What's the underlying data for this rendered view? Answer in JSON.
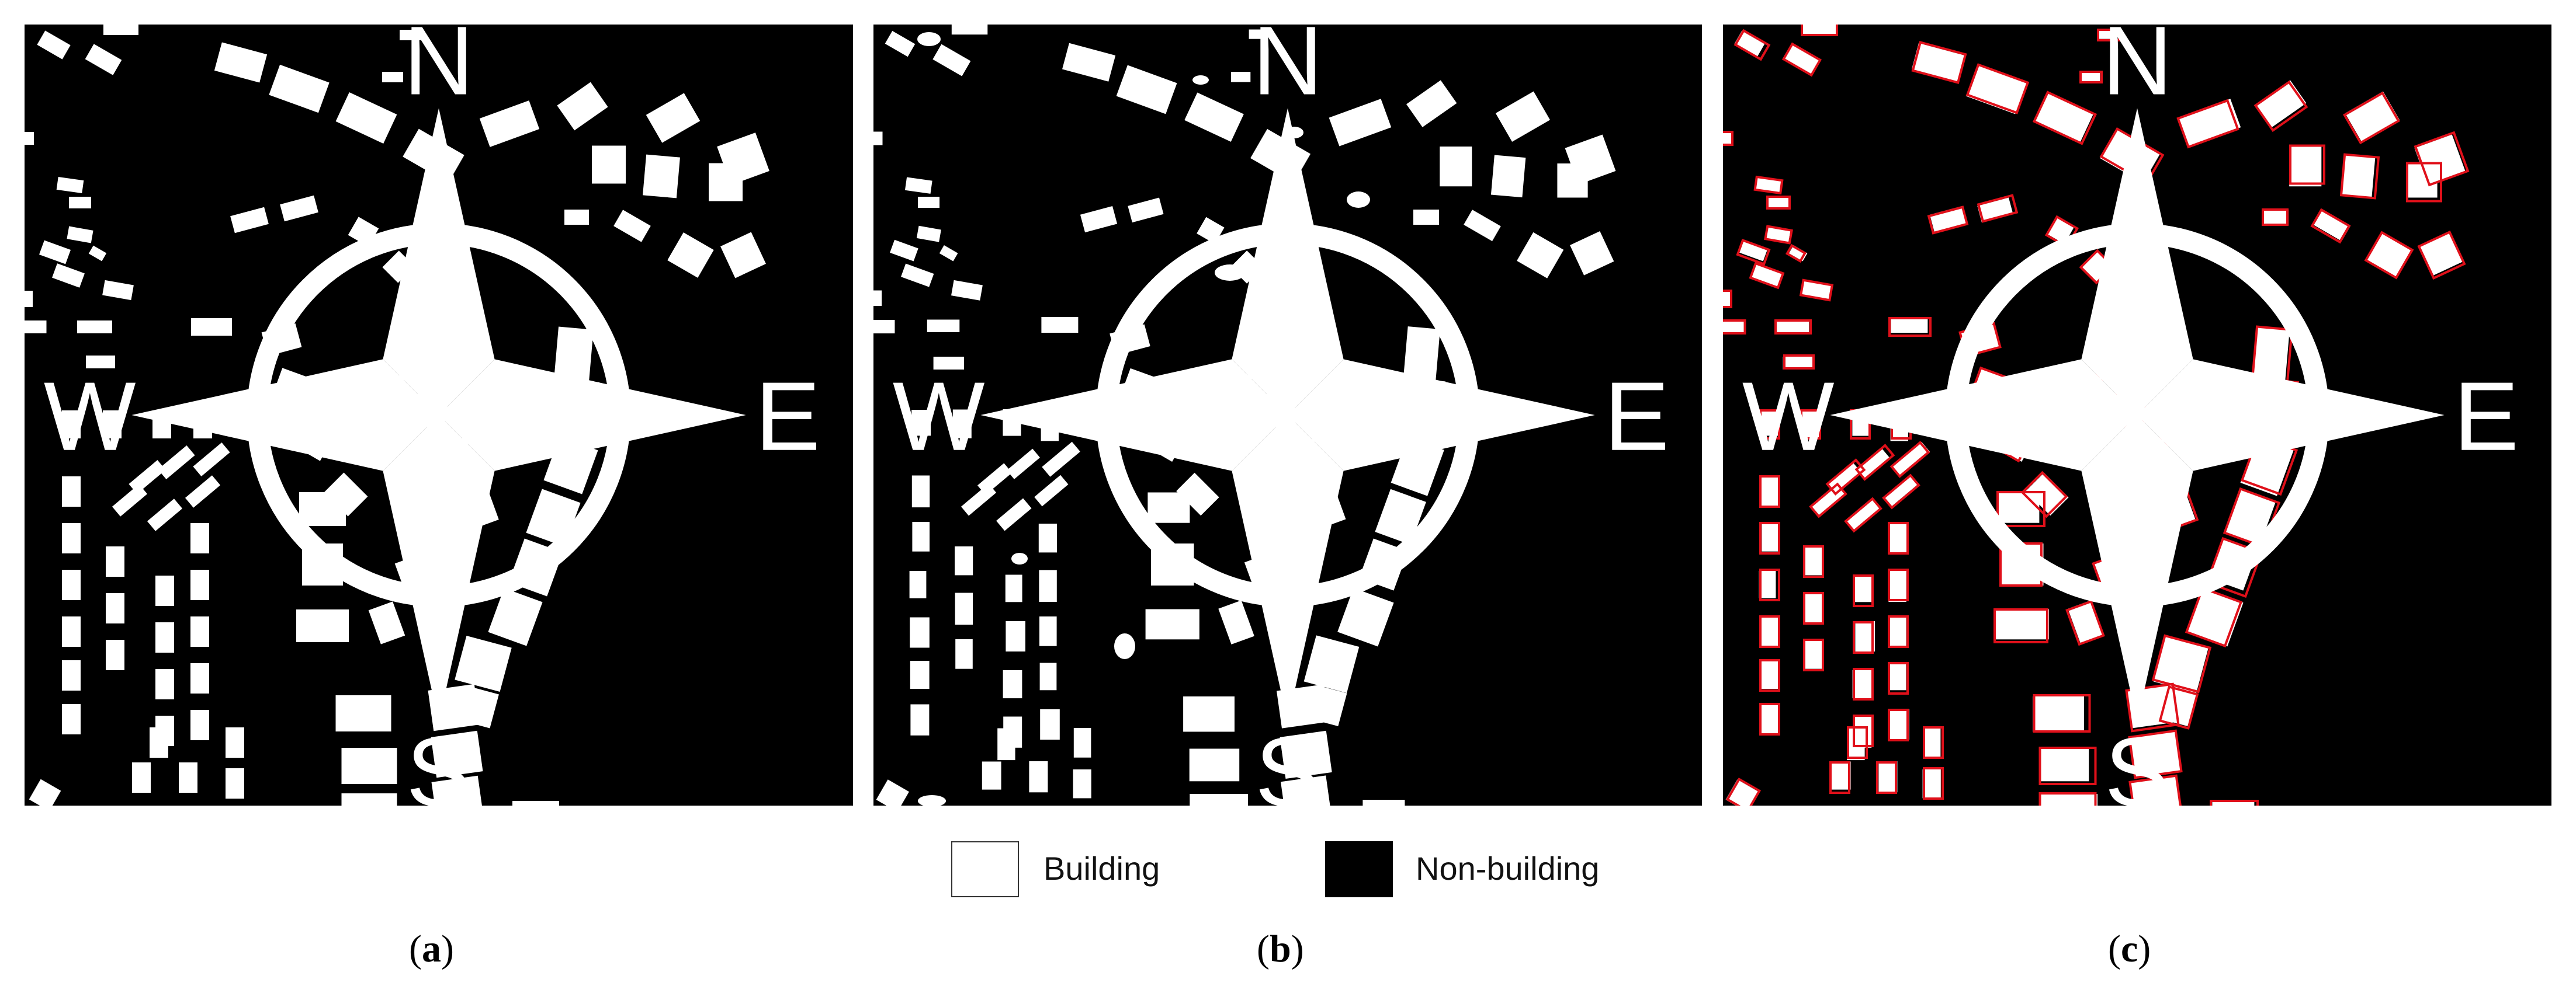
{
  "panels": [
    {
      "id": "a",
      "label_open": "(",
      "label_letter": "a",
      "label_close": ")",
      "shows_prediction_outlines": false
    },
    {
      "id": "b",
      "label_open": "(",
      "label_letter": "b",
      "label_close": ")",
      "shows_prediction_outlines": false
    },
    {
      "id": "c",
      "label_open": "(",
      "label_letter": "c",
      "label_close": ")",
      "shows_prediction_outlines": true
    }
  ],
  "compass": {
    "icon": "north-arrow-compass-icon",
    "north": "N",
    "south": "S",
    "east": "E",
    "west": "W"
  },
  "legend": {
    "items": [
      {
        "label": "Building",
        "color": "#ffffff"
      },
      {
        "label": "Non-building",
        "color": "#000000"
      }
    ]
  },
  "colors": {
    "building": "#ffffff",
    "background": "#000000",
    "outline": "#e0101a"
  }
}
